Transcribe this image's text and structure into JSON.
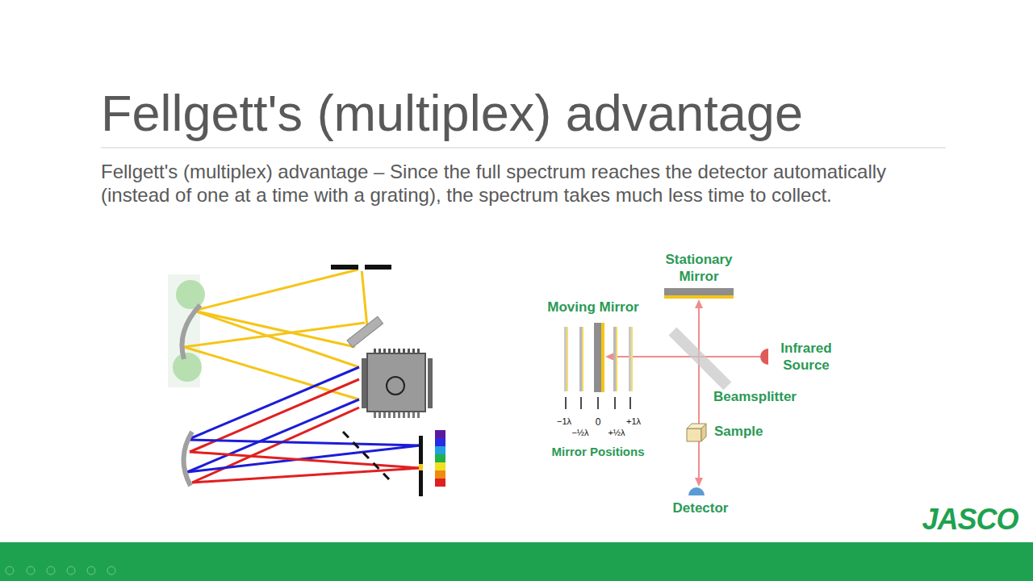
{
  "diagram": {
    "title": "Fellgett's (multiplex) advantage",
    "labels": [
      "Fellgett's (multiplex) advantage – Since the full spectrum reaches the detector automatically (instead of one at a time with a grating),  the spectrum takes much less time to collect.",
      "Stationary Mirror",
      "Moving Mirror",
      "Infrared Source",
      "Beamsplitter",
      "Sample",
      "Detector",
      "−1λ",
      "−½λ",
      "0",
      "+½λ",
      "+1λ",
      "Mirror Positions",
      "JASCO"
    ]
  }
}
